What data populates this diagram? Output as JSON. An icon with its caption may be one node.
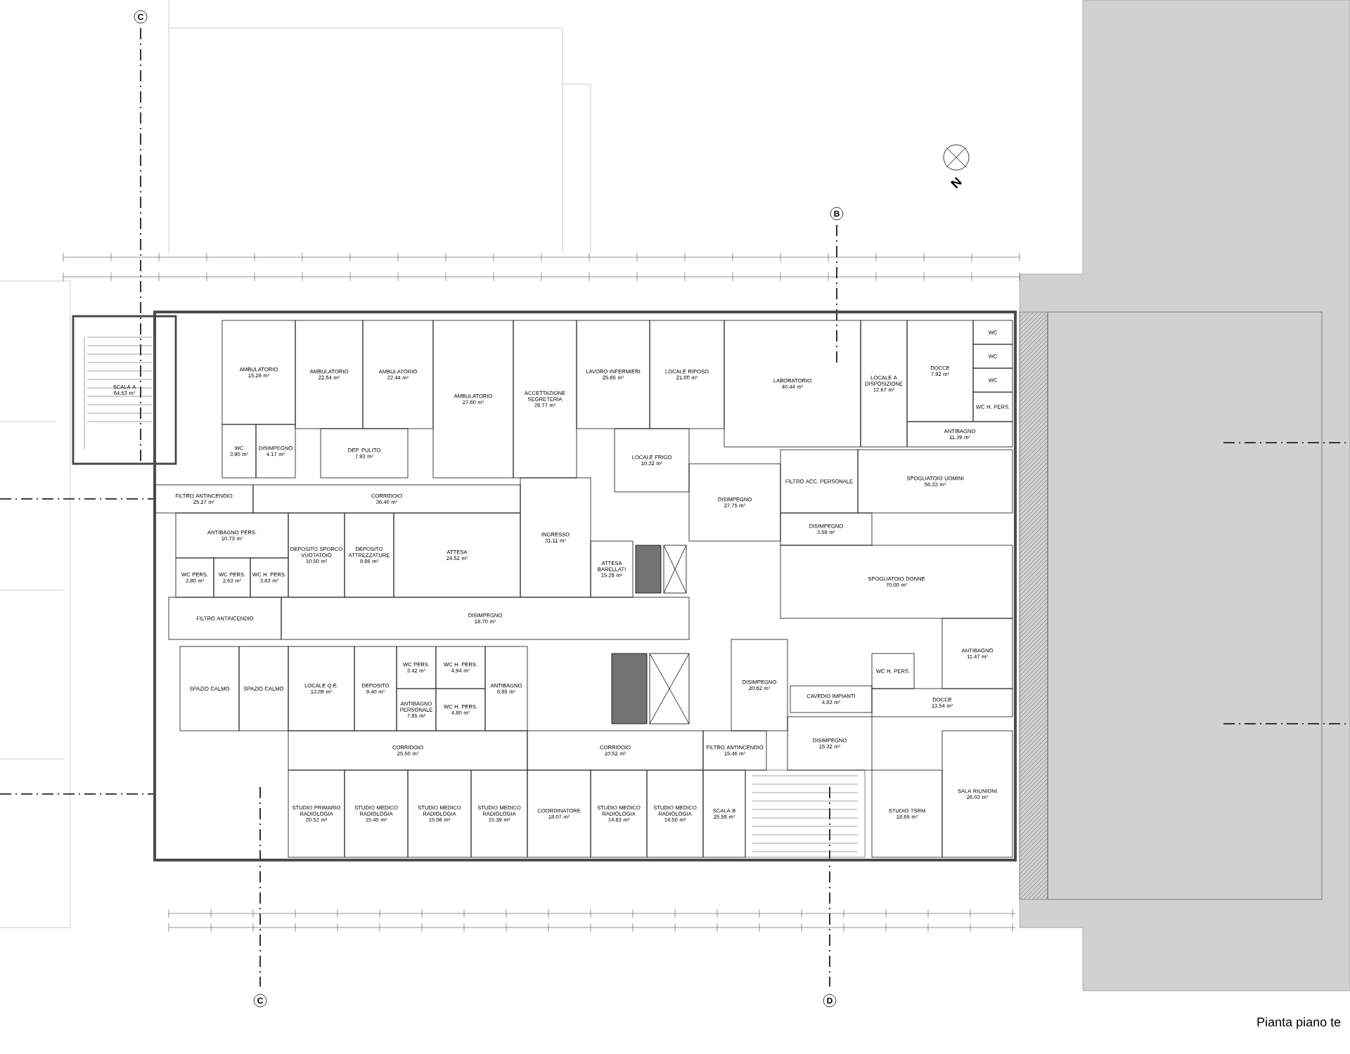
{
  "diagram": {
    "nodes": [
      {
        "text": [
          "SCALA A",
          "64.53 m²"
        ]
      },
      {
        "text": [
          "AMBULATORIO",
          "15.28 m²"
        ]
      },
      {
        "text": [
          "WC",
          "3.90 m²"
        ]
      },
      {
        "text": [
          "DISIMPEGNO",
          "4.17 m²"
        ]
      },
      {
        "text": [
          "AMBULATORIO",
          "22.64 m²"
        ]
      },
      {
        "text": [
          "DEP. PULITO",
          "7.93 m²"
        ]
      },
      {
        "text": [
          "AMBULATORIO",
          "22.44 m²"
        ]
      },
      {
        "text": [
          "AMBULATORIO",
          "27.60 m²"
        ]
      },
      {
        "text": [
          "ACCETTAZIONE SEGRETERIA",
          "28.77 m²"
        ]
      },
      {
        "text": [
          "LAVORO INFERMIERI",
          "25.65 m²"
        ]
      },
      {
        "text": [
          "LOCALE RIPOSO",
          "21.00 m²"
        ]
      },
      {
        "text": [
          "LOCALE FRIGO",
          "10.32 m²"
        ]
      },
      {
        "text": [
          "LABORATORIO",
          "40.44 m²"
        ]
      },
      {
        "text": [
          "LOCALE A DISPOSIZIONE",
          "12.67 m²"
        ]
      },
      {
        "text": [
          "DOCCE",
          "7.92 m²"
        ]
      },
      {
        "text": [
          "WC"
        ]
      },
      {
        "text": [
          "WC"
        ]
      },
      {
        "text": [
          "WC"
        ]
      },
      {
        "text": [
          "WC H. PERS."
        ]
      },
      {
        "text": [
          "ANTIBAGNO",
          "11.39 m²"
        ]
      },
      {
        "text": [
          "FILTRO ACC. PERSONALE"
        ]
      },
      {
        "text": [
          "SPOGLIATOIO UOMINI",
          "56.33 m²"
        ]
      },
      {
        "text": [
          "FILTRO ANTINCENDIO",
          "25.27 m²"
        ]
      },
      {
        "text": [
          "CORRIDOIO",
          "36.40 m²"
        ]
      },
      {
        "text": [
          "ANTIBAGNO PERS.",
          "10.73 m²"
        ]
      },
      {
        "text": [
          "WC PERS.",
          "3.80 m²"
        ]
      },
      {
        "text": [
          "WC PERS.",
          "2.63 m²"
        ]
      },
      {
        "text": [
          "WC H. PERS.",
          "3.63 m²"
        ]
      },
      {
        "text": [
          "DEPOSITO SPORCO VUOTATOIO",
          "10.50 m²"
        ]
      },
      {
        "text": [
          "DEPOSITO ATTREZZATURE",
          "9.86 m²"
        ]
      },
      {
        "text": [
          "ATTESA",
          "24.52 m²"
        ]
      },
      {
        "text": [
          "INGRESSO",
          "31.11 m²"
        ]
      },
      {
        "text": [
          "DISIMPEGNO",
          "27.75 m²"
        ]
      },
      {
        "text": [
          "ATTESA BARELLATI",
          "15.28 m²"
        ]
      },
      {
        "text": [
          "DISIMPEGNO",
          "3.59 m²"
        ]
      },
      {
        "text": [
          "SPOGLIATOIO DONNE",
          "70.00 m²"
        ]
      },
      {
        "text": [
          "FILTRO ANTINCENDIO"
        ]
      },
      {
        "text": [
          "DISIMPEGNO",
          "18.70 m²"
        ]
      },
      {
        "text": [
          "SPAZIO CALMO"
        ]
      },
      {
        "text": [
          "SPAZIO CALMO"
        ]
      },
      {
        "text": [
          "LOCALE Q.E.",
          "13.09 m²"
        ]
      },
      {
        "text": [
          "DEPOSITO",
          "9.40 m²"
        ]
      },
      {
        "text": [
          "WC PERS.",
          "3.42 m²"
        ]
      },
      {
        "text": [
          "WC H. PERS.",
          "4.94 m²"
        ]
      },
      {
        "text": [
          "ANTIBAGNO PERSONALE",
          "7.85 m²"
        ]
      },
      {
        "text": [
          "WC H. PERS.",
          "4.80 m²"
        ]
      },
      {
        "text": [
          "ANTIBAGNO",
          "8.85 m²"
        ]
      },
      {
        "text": [
          "CORRIDOIO",
          "25.50 m²"
        ]
      },
      {
        "text": [
          "STUDIO PRIMARIO RADIOLOGIA",
          "20.52 m²"
        ]
      },
      {
        "text": [
          "STUDIO MEDICO RADIOLOGIA",
          "15.45 m²"
        ]
      },
      {
        "text": [
          "STUDIO MEDICO RADIOLOGIA",
          "15.06 m²"
        ]
      },
      {
        "text": [
          "STUDIO MEDICO RADIOLOGIA",
          "15.39 m²"
        ]
      },
      {
        "text": [
          "COORDINATORE",
          "18.07 m²"
        ]
      },
      {
        "text": [
          "CORRIDOIO",
          "10.52 m²"
        ]
      },
      {
        "text": [
          "STUDIO MEDICO RADIOLOGIA",
          "14.83 m²"
        ]
      },
      {
        "text": [
          "STUDIO MEDICO RADIOLOGIA",
          "14.50 m²"
        ]
      },
      {
        "text": [
          "FILTRO ANTINCENDIO",
          "15.46 m²"
        ]
      },
      {
        "text": [
          "SCALA B",
          "25.58 m²"
        ]
      },
      {
        "text": [
          "DISIMPEGNO",
          "20.62 m²"
        ]
      },
      {
        "text": [
          "CAVEDIO IMPIANTI",
          "4.83 m²"
        ]
      },
      {
        "text": [
          "DISIMPEGNO",
          "15.32 m²"
        ]
      },
      {
        "text": [
          "DOCCE",
          "13.54 m²"
        ]
      },
      {
        "text": [
          "WC H. PERS."
        ]
      },
      {
        "text": [
          "ANTIBAGNO",
          "11.47 m²"
        ]
      },
      {
        "text": [
          "STUDIO TSRM",
          "18.65 m²"
        ]
      },
      {
        "text": [
          "SALA RIUNIONI",
          "26.03 m²"
        ]
      }
    ],
    "labels": [
      "C",
      "B",
      "N",
      "C",
      "D"
    ],
    "caption": "Pianta piano te"
  }
}
